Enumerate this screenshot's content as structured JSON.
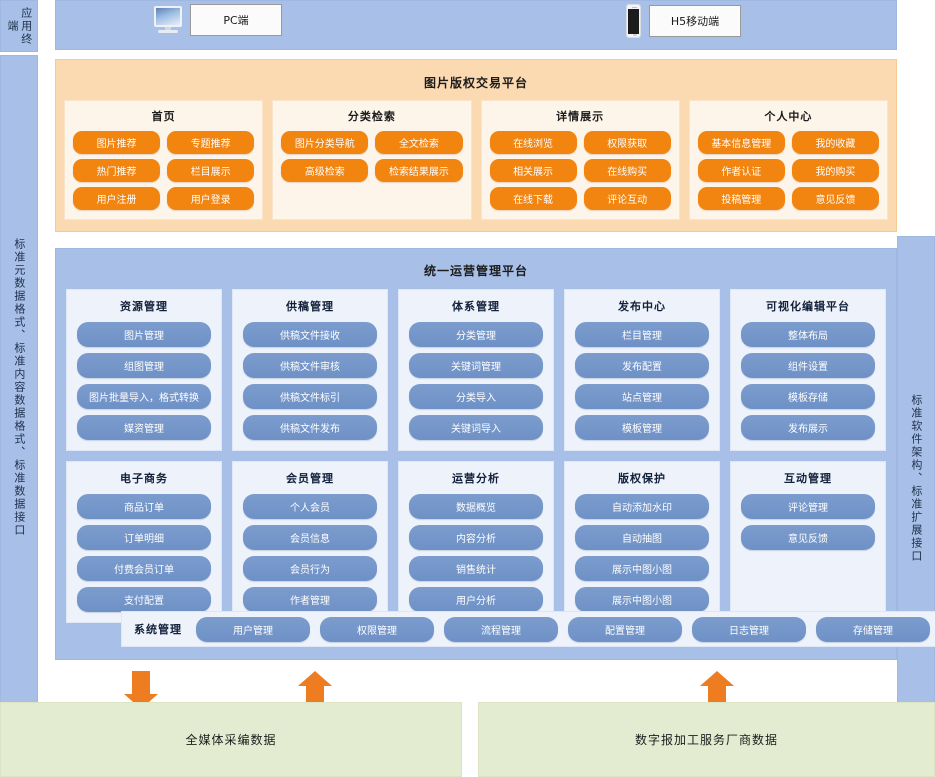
{
  "rails": {
    "terminal": "应用终端",
    "left": "标准元数据格式、标准内容数据格式、标准数据接口",
    "right": "标准软件架构、标准扩展接口"
  },
  "terminals": [
    {
      "icon": "monitor-icon",
      "label": "PC端"
    },
    {
      "icon": "phone-icon",
      "label": "H5移动端"
    }
  ],
  "orange_platform": {
    "title": "图片版权交易平台",
    "color": "#f28410",
    "groups": [
      {
        "title": "首页",
        "items": [
          "图片推荐",
          "专题推荐",
          "热门推荐",
          "栏目展示",
          "用户注册",
          "用户登录"
        ]
      },
      {
        "title": "分类检索",
        "items": [
          "图片分类导航",
          "全文检索",
          "高级检索",
          "检索结果展示"
        ]
      },
      {
        "title": "详情展示",
        "items": [
          "在线浏览",
          "权限获取",
          "相关展示",
          "在线购买",
          "在线下载",
          "评论互动"
        ]
      },
      {
        "title": "个人中心",
        "items": [
          "基本信息管理",
          "我的收藏",
          "作者认证",
          "我的购买",
          "投稿管理",
          "意见反馈"
        ]
      }
    ]
  },
  "blue_platform": {
    "title": "统一运营管理平台",
    "color": "#6e91c6",
    "row1": [
      {
        "title": "资源管理",
        "items": [
          "图片管理",
          "组图管理",
          "图片批量导入，格式转换",
          "媒资管理"
        ]
      },
      {
        "title": "供稿管理",
        "items": [
          "供稿文件接收",
          "供稿文件审核",
          "供稿文件标引",
          "供稿文件发布"
        ]
      },
      {
        "title": "体系管理",
        "items": [
          "分类管理",
          "关键词管理",
          "分类导入",
          "关键词导入"
        ]
      },
      {
        "title": "发布中心",
        "items": [
          "栏目管理",
          "发布配置",
          "站点管理",
          "模板管理"
        ]
      },
      {
        "title": "可视化编辑平台",
        "items": [
          "整体布局",
          "组件设置",
          "模板存储",
          "发布展示"
        ]
      }
    ],
    "row2": [
      {
        "title": "电子商务",
        "items": [
          "商品订单",
          "订单明细",
          "付费会员订单",
          "支付配置"
        ]
      },
      {
        "title": "会员管理",
        "items": [
          "个人会员",
          "会员信息",
          "会员行为",
          "作者管理"
        ]
      },
      {
        "title": "运营分析",
        "items": [
          "数据概览",
          "内容分析",
          "销售统计",
          "用户分析"
        ]
      },
      {
        "title": "版权保护",
        "items": [
          "自动添加水印",
          "自动抽图",
          "展示中图小图",
          "展示中图小图"
        ]
      },
      {
        "title": "互动管理",
        "items": [
          "评论管理",
          "意见反馈"
        ]
      }
    ],
    "system": {
      "title": "系统管理",
      "items": [
        "用户管理",
        "权限管理",
        "流程管理",
        "配置管理",
        "日志管理",
        "存储管理"
      ]
    }
  },
  "arrows": [
    {
      "direction": "down",
      "color": "#ed7d20"
    },
    {
      "direction": "up",
      "color": "#ed7d20"
    },
    {
      "direction": "up",
      "color": "#ed7d20"
    }
  ],
  "data_sources": [
    {
      "label": "全媒体采编数据",
      "color": "#e3ebd0"
    },
    {
      "label": "数字报加工服务厂商数据",
      "color": "#e3ebd0"
    }
  ]
}
